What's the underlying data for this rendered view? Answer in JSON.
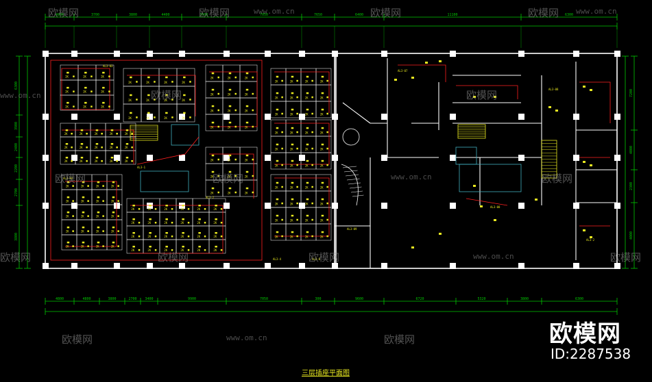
{
  "drawing": {
    "title": "三层插座平面图",
    "colors": {
      "background": "#000000",
      "walls": "#ffffff",
      "dimensions": "#00c800",
      "devices": "#e8e820",
      "circuits": "#ff2020",
      "stairs": "#e8e820",
      "columns": "#ffffff"
    },
    "top_dimensions": [
      "4800",
      "3700",
      "3800",
      "4400",
      "3900",
      "7050",
      "7650",
      "6400",
      "11100",
      "6300"
    ],
    "bottom_dimensions": [
      "4800",
      "4800",
      "3800",
      "2700",
      "3400",
      "9900",
      "7050",
      "300",
      "9600",
      "6720",
      "5320",
      "3800",
      "6300"
    ],
    "left_dimensions": [
      "6300",
      "3900",
      "2400",
      "2200",
      "2700",
      "3800"
    ],
    "right_dimensions": [
      "7200",
      "4000",
      "2300",
      "4000"
    ],
    "panel_labels": [
      "AL3-03",
      "AL3-04",
      "AL3-1",
      "AL3-2",
      "AL3-4",
      "AL3-6",
      "AL3-07",
      "AL3-08",
      "AL3-08",
      "AL3-09",
      "AL3-2"
    ],
    "outlet_label": "2K"
  },
  "watermark": {
    "brand": "欧模网",
    "url": "www.om.cn",
    "id_text": "ID:2287538"
  }
}
